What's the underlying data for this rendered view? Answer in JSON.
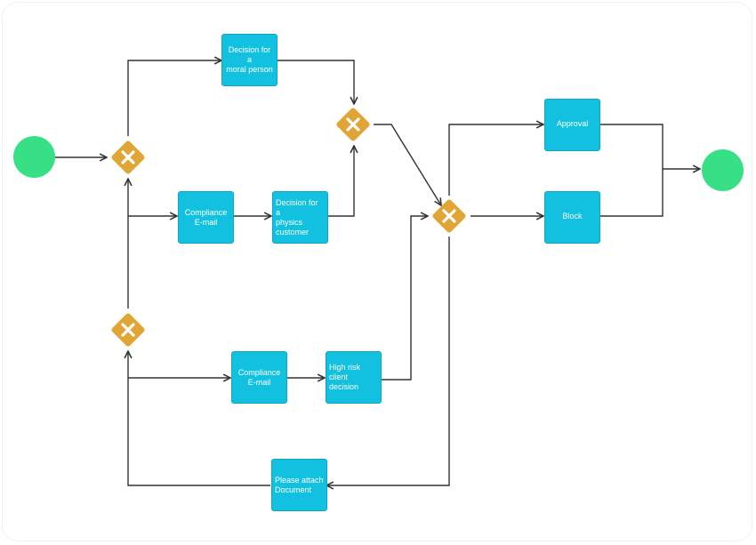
{
  "diagram": {
    "tasks": [
      {
        "id": "decision-moral",
        "label": "Decision for a\nmoral person"
      },
      {
        "id": "compliance-email-1",
        "label": "Compliance\nE-mail"
      },
      {
        "id": "decision-physics",
        "label": "Decision for a\nphysics\ncustomer"
      },
      {
        "id": "compliance-email-2",
        "label": "Compliance\nE-mail"
      },
      {
        "id": "high-risk",
        "label": "High risk client\ndecision"
      },
      {
        "id": "approval",
        "label": "Approval"
      },
      {
        "id": "block",
        "label": "Block"
      },
      {
        "id": "attach-document",
        "label": "Please attach\nDocument"
      }
    ],
    "colors": {
      "task_fill": "#12c0e0",
      "event_fill": "#37e085",
      "gateway_fill": "#e0a535",
      "connector": "#333333"
    },
    "gateway_icon": "x-mark-icon"
  }
}
